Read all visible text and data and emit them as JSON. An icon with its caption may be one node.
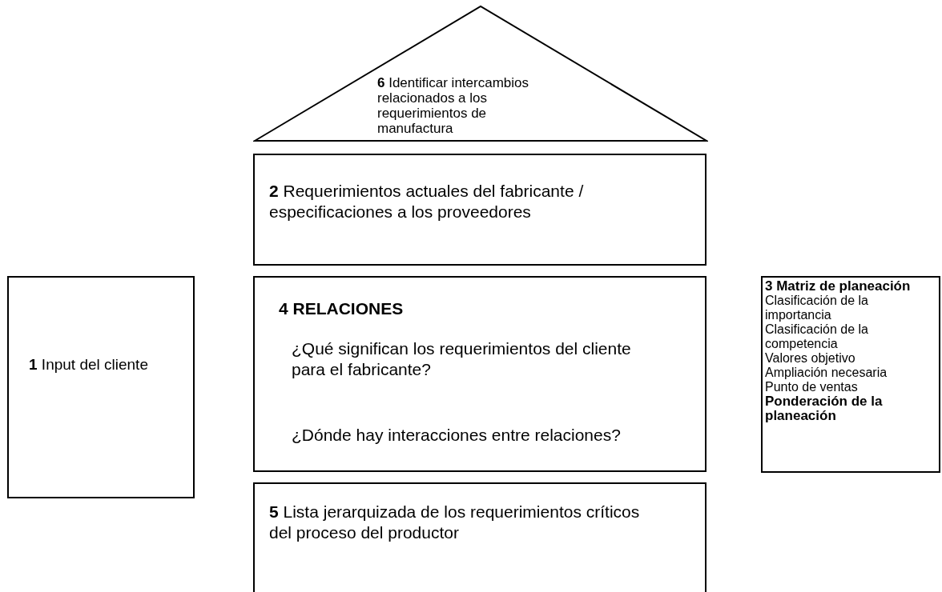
{
  "diagram": {
    "nodes": [
      {
        "text": [
          "**6** Identificar intercambios relacionados a los requerimientos de manufactura"
        ]
      },
      {
        "text": [
          "**2** Requerimientos actuales del fabricante / especificaciones a los proveedores"
        ]
      },
      {
        "text": [
          "**1** Input del cliente"
        ]
      },
      {
        "text": [
          "4 RELACIONES",
          "¿Qué significan los requerimientos del cliente para el fabricante?",
          "¿Dónde hay interacciones entre relaciones?"
        ]
      },
      {
        "text": [
          "3 Matriz de planeación",
          "Clasificación de la importancia",
          "Clasificación de la competencia",
          "Valores objetivo",
          "Ampliación necesaria",
          "Punto de ventas",
          "Ponderación de la planeación"
        ]
      },
      {
        "text": [
          "**5** Lista jerarquizada de los requerimientos críticos del proceso del productor"
        ]
      }
    ]
  }
}
